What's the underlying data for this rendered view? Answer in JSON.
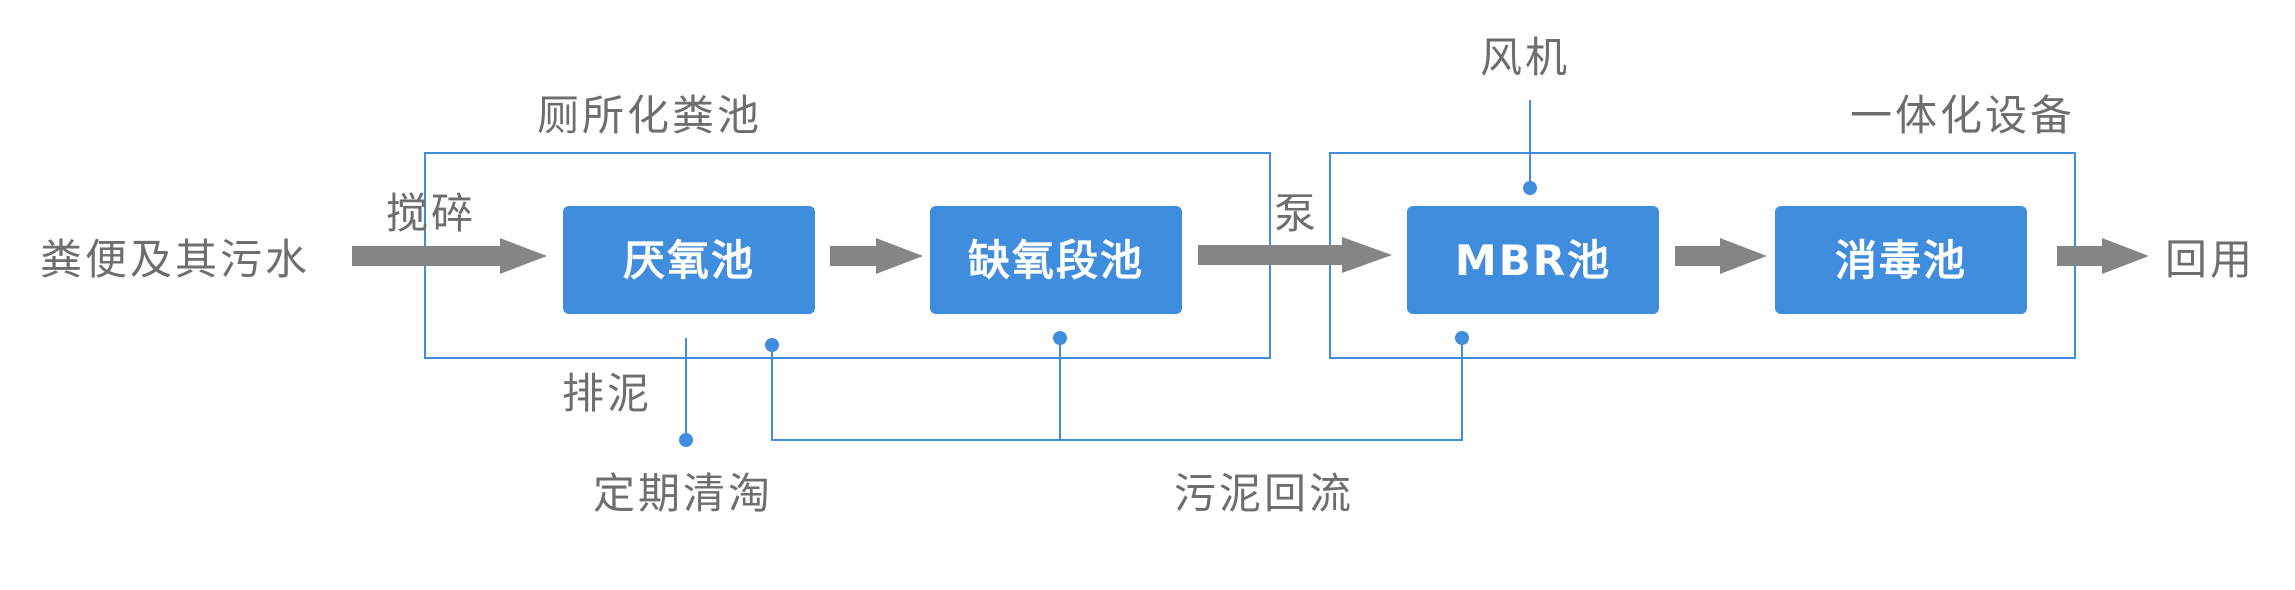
{
  "labels": {
    "input": "粪便及其污水",
    "crush": "搅碎",
    "septic": "厕所化粪池",
    "pump": "泵",
    "fan": "风机",
    "integrated": "一体化设备",
    "reuse": "回用",
    "sludge_discharge": "排泥",
    "periodic_clean": "定期清淘",
    "sludge_return": "污泥回流"
  },
  "boxes": {
    "anaerobic": "厌氧池",
    "anoxic": "缺氧段池",
    "mbr": "MBR池",
    "disinfect": "消毒池"
  },
  "colors": {
    "accent": "#3f8ddc",
    "arrow": "#858585",
    "text": "#6e6e6e"
  }
}
